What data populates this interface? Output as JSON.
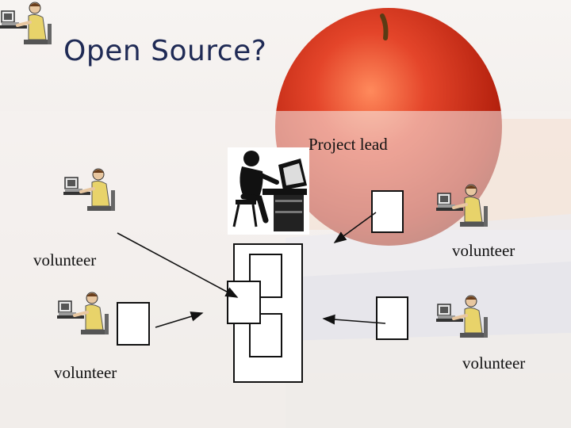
{
  "title": "Open Source?",
  "labels": {
    "project_lead": "Project lead",
    "volunteer_left_top": "volunteer",
    "volunteer_left_bottom": "volunteer",
    "volunteer_right_top": "volunteer",
    "volunteer_right_bottom": "volunteer"
  },
  "colors": {
    "title": "#1f2a55",
    "apple_red": "#d8321c",
    "arrow": "#111111"
  },
  "icons": [
    "apple-image",
    "developer-at-desk-icon",
    "person-at-computer-icon"
  ]
}
